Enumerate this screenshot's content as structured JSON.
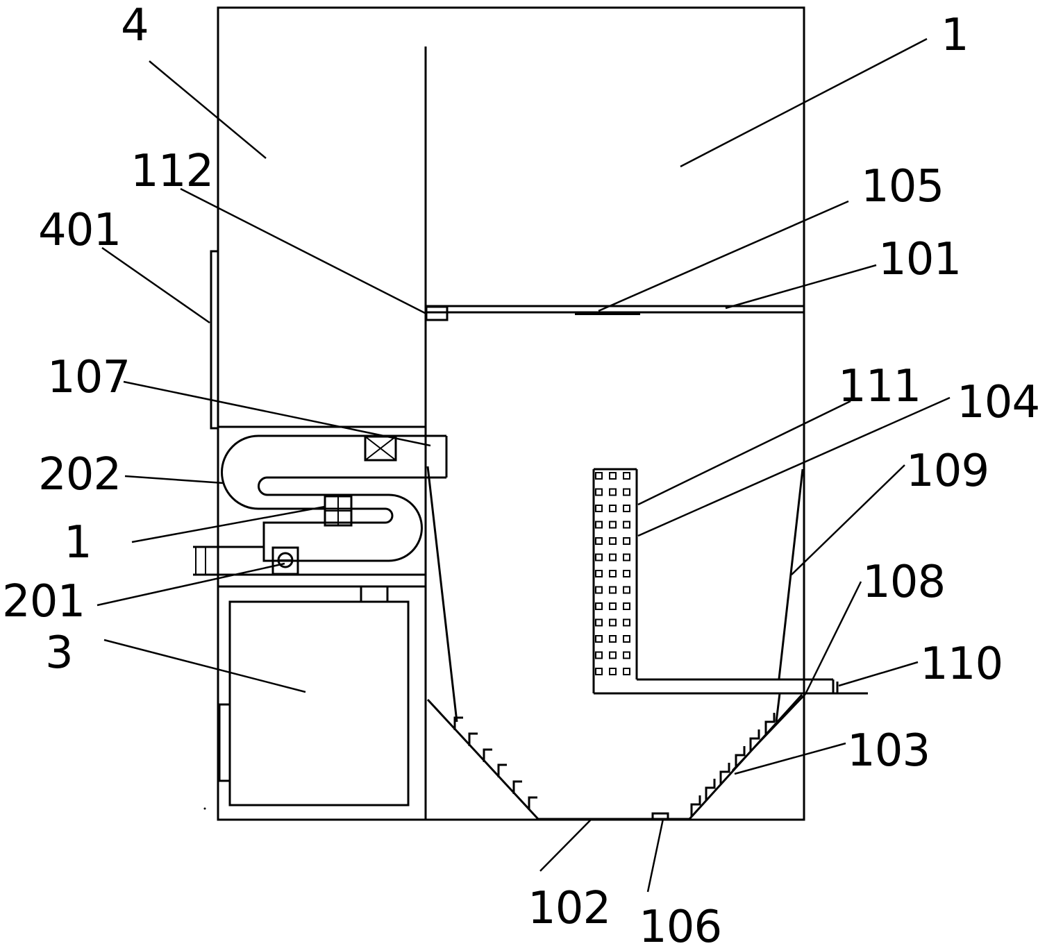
{
  "labels": {
    "l4": "4",
    "l1_top": "1",
    "l112": "112",
    "l105": "105",
    "l401": "401",
    "l101": "101",
    "l107": "107",
    "l111": "111",
    "l104": "104",
    "l202": "202",
    "l109": "109",
    "l1_mid": "1",
    "l108": "108",
    "l201": "201",
    "l3": "3",
    "l110": "110",
    "l103": "103",
    "l102": "102",
    "l106": "106"
  }
}
